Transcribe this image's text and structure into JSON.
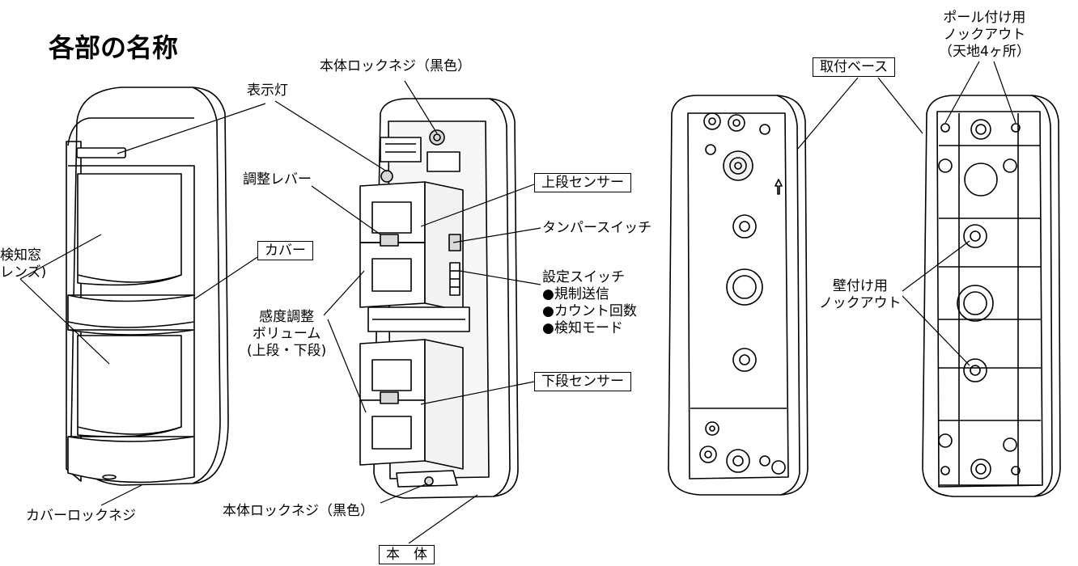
{
  "title": "各部の名称",
  "labels": {
    "indicator_lamp": "表示灯",
    "detection_window_line1": "検知窓",
    "detection_window_line2": "レンズ)",
    "cover": "カバー",
    "cover_lock_screw": "カバーロックネジ",
    "body_lock_screw_top": "本体ロックネジ（黒色）",
    "adjust_lever": "調整レバー",
    "upper_sensor": "上段センサー",
    "tamper_switch": "タンパースイッチ",
    "setting_switch_title": "設定スイッチ",
    "setting_switch_items": [
      "●規制送信",
      "●カウント回数",
      "●検知モード"
    ],
    "sensitivity_line1": "感度調整",
    "sensitivity_line2": "ボリューム",
    "sensitivity_line3": "(上段・下段)",
    "lower_sensor": "下段センサー",
    "body_lock_screw_bottom": "本体ロックネジ（黒色）",
    "main_body": "本　体",
    "mounting_base": "取付ベース",
    "pole_knockout_line1": "ポール付け用",
    "pole_knockout_line2": "ノックアウト",
    "pole_knockout_line3": "（天地4ヶ所）",
    "wall_knockout_line1": "壁付け用",
    "wall_knockout_line2": "ノックアウト"
  },
  "colors": {
    "line": "#000000",
    "background": "#ffffff",
    "fill_light": "#f2f2f2",
    "fill_mid": "#d9d9d9"
  }
}
